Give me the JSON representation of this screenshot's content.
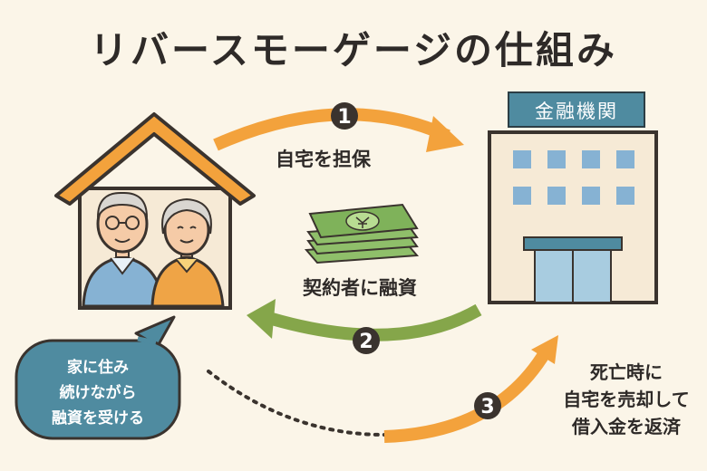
{
  "title": "リバースモーゲージの仕組み",
  "bank": {
    "name": "金融機関"
  },
  "steps": [
    {
      "number": "1",
      "label": "自宅を担保"
    },
    {
      "number": "2",
      "label": "契約者に融資"
    },
    {
      "number": "3",
      "label_lines": [
        "死亡時に",
        "自宅を売却して",
        "借入金を返済"
      ]
    }
  ],
  "speech_bubble": {
    "lines": [
      "家に住み",
      "続けながら",
      "融資を受ける"
    ]
  },
  "colors": {
    "orange": "#f3a23c",
    "green": "#85a64a",
    "teal": "#4f8ba0",
    "dark": "#3a332e",
    "background": "#fbf5e8"
  }
}
